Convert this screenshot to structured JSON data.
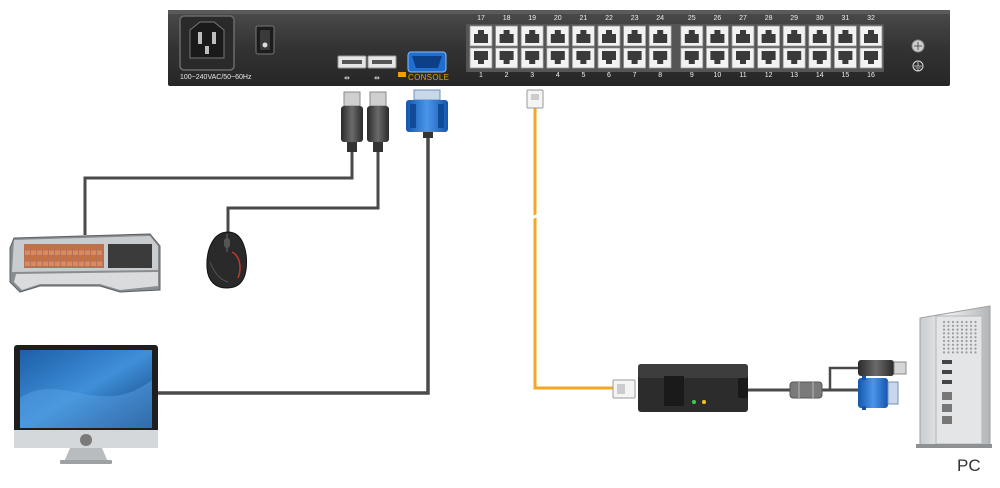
{
  "kvm": {
    "power_label": "100~240VAC/50~60Hz",
    "console_label": "CONSOLE",
    "ports_top": [
      "17",
      "18",
      "19",
      "20",
      "21",
      "22",
      "23",
      "24",
      "25",
      "26",
      "27",
      "28",
      "29",
      "30",
      "31",
      "32"
    ],
    "ports_bottom": [
      "1",
      "2",
      "3",
      "4",
      "5",
      "6",
      "7",
      "8",
      "9",
      "10",
      "11",
      "12",
      "13",
      "14",
      "15",
      "16"
    ]
  },
  "devices": {
    "pc_label": "PC"
  },
  "colors": {
    "cable_gray": "#4a4a4a",
    "cable_orange": "#f5a623",
    "vga_blue": "#1f6fd1",
    "chassis": "#3a3a3a"
  }
}
